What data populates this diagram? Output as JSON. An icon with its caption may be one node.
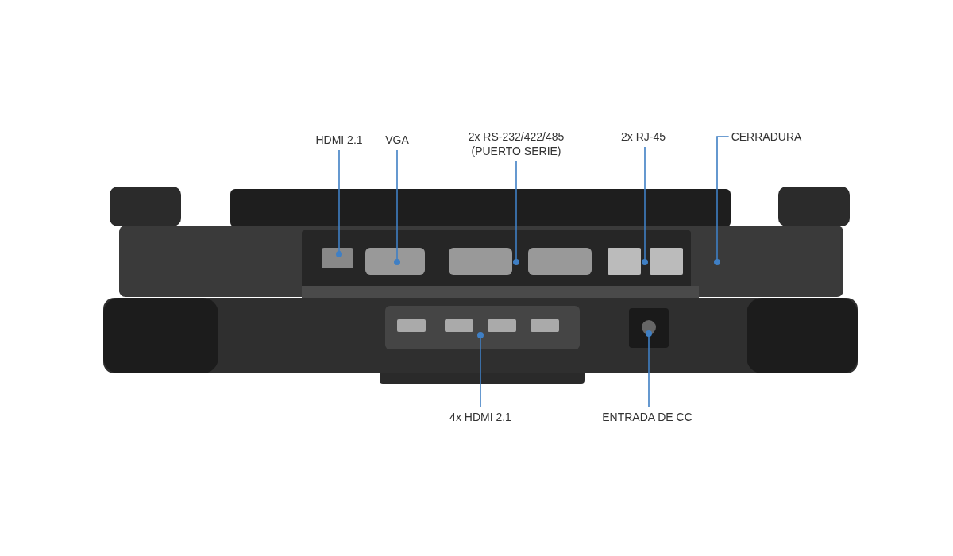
{
  "diagram": {
    "nodes": [
      {
        "text": [
          "HDMI 2.1"
        ]
      },
      {
        "text": [
          "VGA"
        ]
      },
      {
        "text": [
          "2x RS-232/422/485 (PUERTO SERIE)"
        ]
      },
      {
        "text": [
          "2x RJ-45"
        ]
      },
      {
        "text": [
          "CERRADURA"
        ]
      },
      {
        "text": [
          "4x HDMI 2.1"
        ]
      },
      {
        "text": [
          "ENTRADA DE CC"
        ]
      }
    ],
    "edges": [
      {
        "from": 0,
        "to": null,
        "arrow": "other"
      },
      {
        "from": 1,
        "to": null,
        "arrow": "other"
      },
      {
        "from": 2,
        "to": null,
        "arrow": "other"
      },
      {
        "from": 3,
        "to": null,
        "arrow": "other"
      },
      {
        "from": 4,
        "to": null,
        "arrow": "other"
      },
      {
        "from": 5,
        "to": null,
        "arrow": "other"
      },
      {
        "from": 6,
        "to": null,
        "arrow": "other"
      }
    ]
  }
}
